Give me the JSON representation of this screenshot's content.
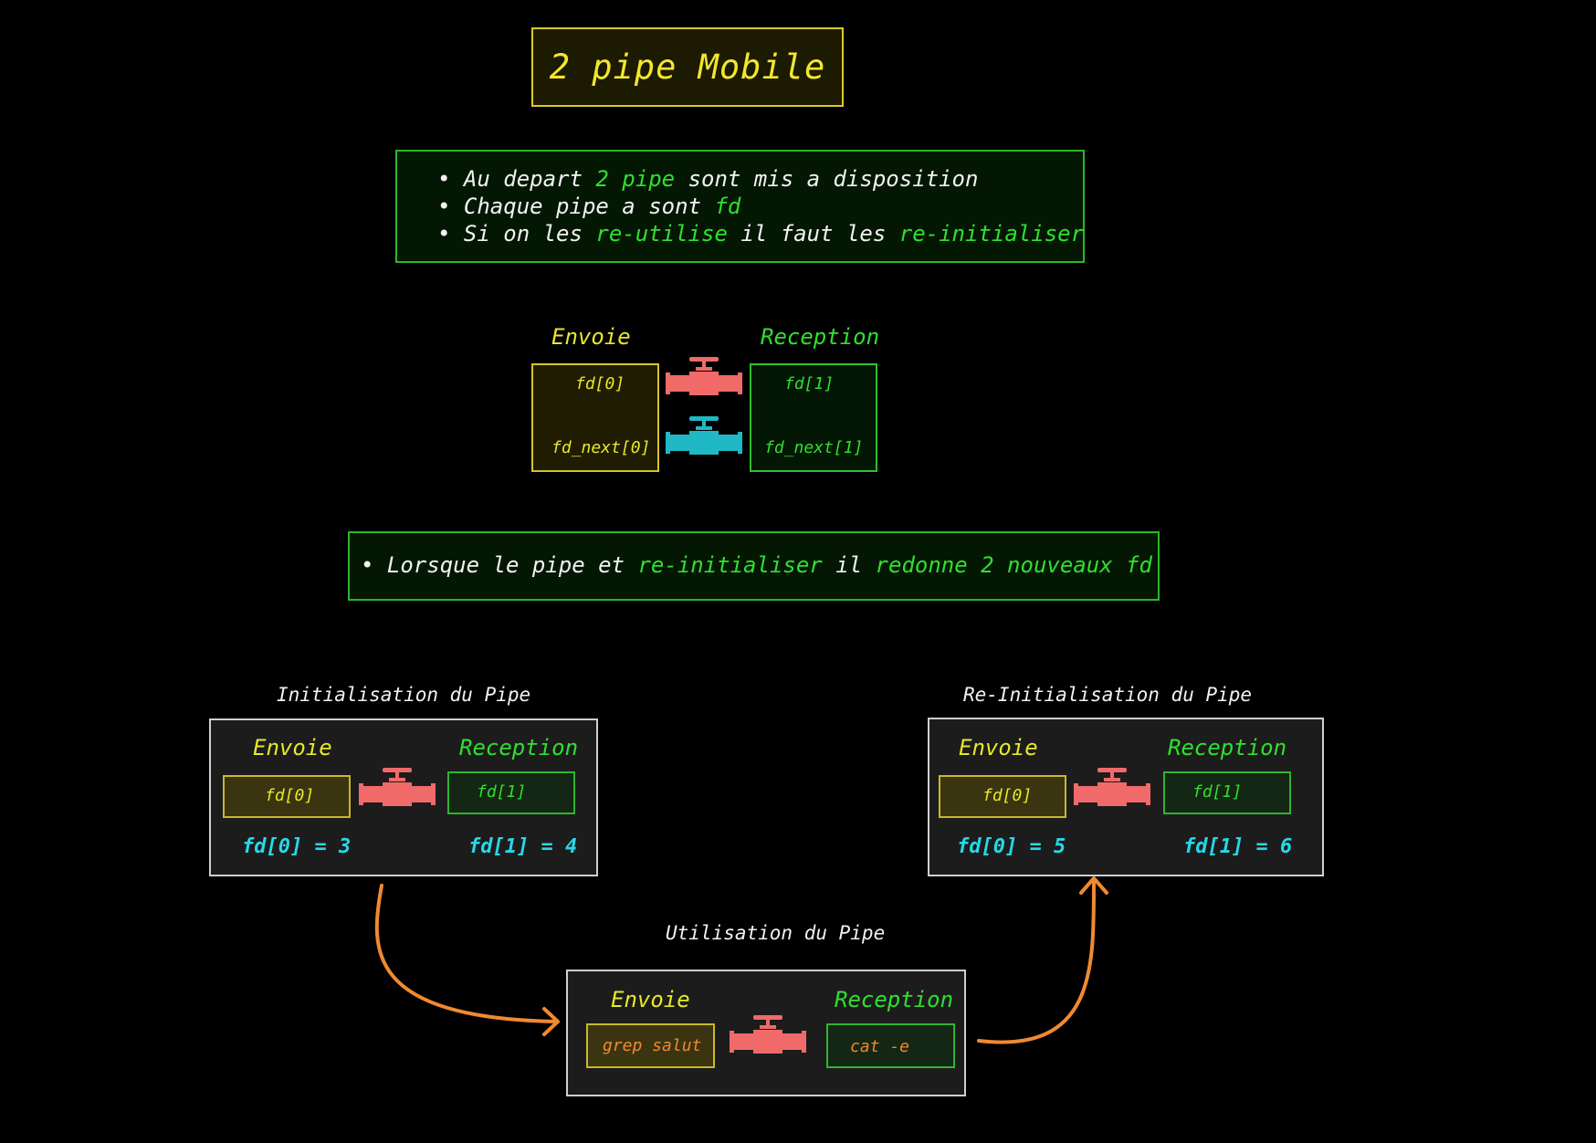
{
  "title": "2 pipe Mobile",
  "note1": {
    "lines": [
      [
        {
          "t": "Au depart ",
          "c": "white"
        },
        {
          "t": "2 pipe",
          "c": "green"
        },
        {
          "t": " sont mis a disposition",
          "c": "white"
        }
      ],
      [
        {
          "t": "Chaque pipe a sont ",
          "c": "white"
        },
        {
          "t": "fd",
          "c": "green"
        }
      ],
      [
        {
          "t": "Si on les ",
          "c": "white"
        },
        {
          "t": "re-utilise",
          "c": "green"
        },
        {
          "t": " il faut les ",
          "c": "white"
        },
        {
          "t": "re-initialiser",
          "c": "green"
        }
      ]
    ]
  },
  "top_diagram": {
    "send_header": "Envoie",
    "recv_header": "Reception",
    "send_fd": "fd[0]",
    "send_fd_next": "fd_next[0]",
    "recv_fd": "fd[1]",
    "recv_fd_next": "fd_next[1]"
  },
  "note2": {
    "lines": [
      [
        {
          "t": "Lorsque le pipe et ",
          "c": "white"
        },
        {
          "t": "re-initialiser",
          "c": "green"
        },
        {
          "t": " il ",
          "c": "white"
        },
        {
          "t": "redonne 2 nouveaux fd",
          "c": "green"
        }
      ]
    ]
  },
  "init": {
    "caption": "Initialisation du Pipe",
    "send_header": "Envoie",
    "recv_header": "Reception",
    "send_fd": "fd[0]",
    "recv_fd": "fd[1]",
    "send_val": "fd[0] = 3",
    "recv_val": "fd[1] = 4"
  },
  "reinit": {
    "caption": "Re-Initialisation du Pipe",
    "send_header": "Envoie",
    "recv_header": "Reception",
    "send_fd": "fd[0]",
    "recv_fd": "fd[1]",
    "send_val": "fd[0] = 5",
    "recv_val": "fd[1] = 6"
  },
  "usage": {
    "caption": "Utilisation du Pipe",
    "send_header": "Envoie",
    "recv_header": "Reception",
    "send_cmd": "grep salut",
    "recv_cmd": "cat -e"
  },
  "colors": {
    "pipe_red": "#f06a6a",
    "pipe_teal": "#1fb8c4",
    "arrow": "#f08a30"
  },
  "icons": [
    "pipe-valve-icon"
  ]
}
